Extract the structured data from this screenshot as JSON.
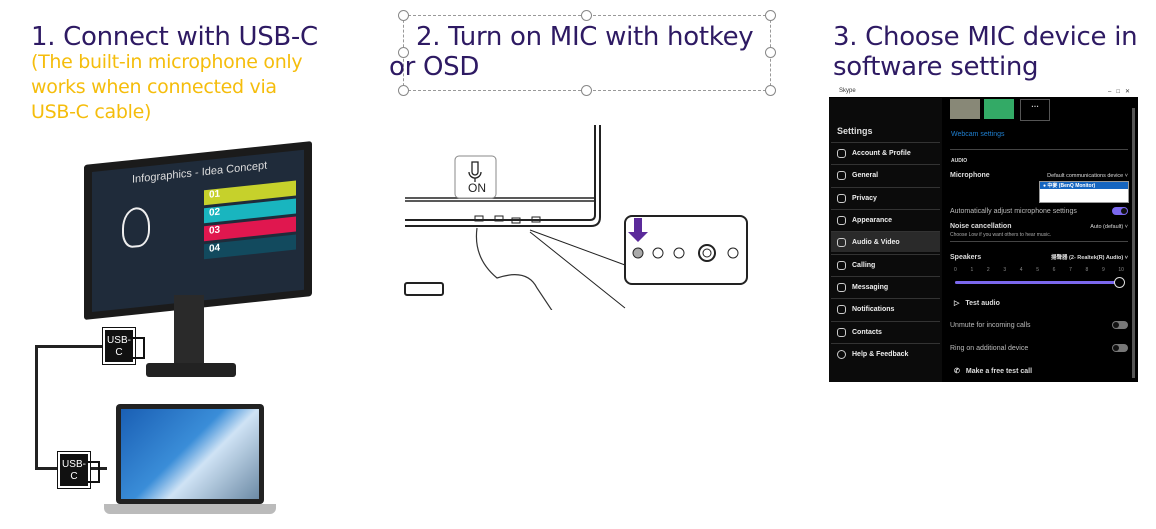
{
  "step1": {
    "title": "1. Connect with USB-C",
    "note": [
      "(The built-in microphone only",
      "works when connected via",
      "USB-C cable)"
    ],
    "usb_label_1": "USB-C",
    "usb_label_2": "USB-C",
    "monitor_screen": {
      "title": "Infographics - Idea Concept",
      "items": [
        "01",
        "02",
        "03",
        "04"
      ],
      "colors": [
        "#c6d12b",
        "#19b5bf",
        "#e0174f",
        "#124a5e"
      ]
    }
  },
  "step2": {
    "title_line1": "2. Turn on MIC with hotkey",
    "title_line2": "or OSD",
    "osd_label": "ON"
  },
  "step3": {
    "title_line1": "3. Choose MIC device in",
    "title_line2": "software setting"
  },
  "skype": {
    "app_title": "Skype",
    "settings_heading": "Settings",
    "sidebar": [
      "Account & Profile",
      "General",
      "Privacy",
      "Appearance",
      "Audio & Video",
      "Calling",
      "Messaging",
      "Notifications",
      "Contacts",
      "Help & Feedback"
    ],
    "active_item": "Audio & Video",
    "webcam_settings": "Webcam settings",
    "audio_heading": "AUDIO",
    "microphone_label": "Microphone",
    "microphone_value": "Default communications device",
    "microphone_selected": "● 中麥 (BenQ Monitor)",
    "auto_adjust": "Automatically adjust microphone settings",
    "noise_label": "Noise cancellation",
    "noise_value": "Auto (default)",
    "noise_desc": "Choose Low if you want others to hear music.",
    "speakers_label": "Speakers",
    "speakers_value": "揚聲器 (2- Realtek(R) Audio)",
    "scale": [
      "0",
      "1",
      "2",
      "3",
      "4",
      "5",
      "6",
      "7",
      "8",
      "9",
      "10"
    ],
    "speaker_volume": 10,
    "test_audio": "Test audio",
    "unmute": "Unmute for incoming calls",
    "ring": "Ring on additional device",
    "free_call": "Make a free test call",
    "accent": "#7b68ee"
  },
  "colors": {
    "title": "#2e1a63",
    "note": "#f5bd0c",
    "arrow": "#5b2a9a"
  }
}
